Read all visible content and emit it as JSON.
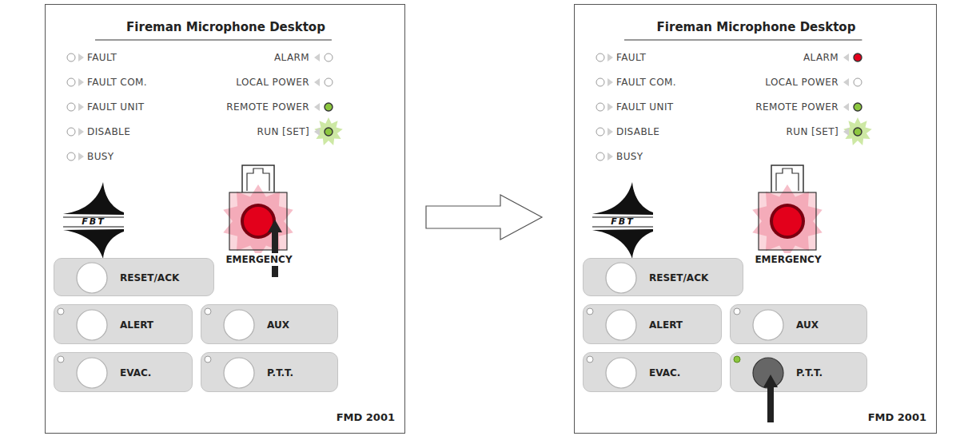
{
  "diagram": {
    "nodes": [
      {
        "text": [
          "Fireman Microphone Desktop",
          "FMD 2001"
        ]
      },
      {
        "text": [
          "EMERGENCY"
        ],
        "in": 0
      },
      {
        "text": [
          "RESET/ACK"
        ],
        "in": 0
      },
      {
        "text": [
          "ALERT"
        ],
        "in": 0
      },
      {
        "text": [
          "AUX"
        ],
        "in": 0
      },
      {
        "text": [
          "EVAC."
        ],
        "in": 0
      },
      {
        "text": [
          "P.T.T."
        ],
        "in": 0
      },
      {
        "text": [
          "Fireman Microphone Desktop",
          "FMD 2001"
        ]
      },
      {
        "text": [
          "EMERGENCY"
        ],
        "in": 7
      },
      {
        "text": [
          "RESET/ACK"
        ],
        "in": 7
      },
      {
        "text": [
          "ALERT"
        ],
        "in": 7
      },
      {
        "text": [
          "AUX"
        ],
        "in": 7
      },
      {
        "text": [
          "EVAC."
        ],
        "in": 7
      },
      {
        "text": [
          "P.T.T."
        ],
        "in": 7
      }
    ],
    "edges": [
      {
        "from": 0,
        "to": 7,
        "arrow": "to"
      }
    ],
    "labels": [
      "FAULT",
      "FAULT COM.",
      "FAULT UNIT",
      "DISABLE",
      "BUSY",
      "ALARM",
      "LOCAL POWER",
      "REMOTE POWER",
      "RUN [SET]",
      "FBT",
      "FAULT",
      "FAULT COM.",
      "FAULT UNIT",
      "DISABLE",
      "BUSY",
      "ALARM",
      "LOCAL POWER",
      "REMOTE POWER",
      "RUN [SET]",
      "FBT"
    ]
  }
}
